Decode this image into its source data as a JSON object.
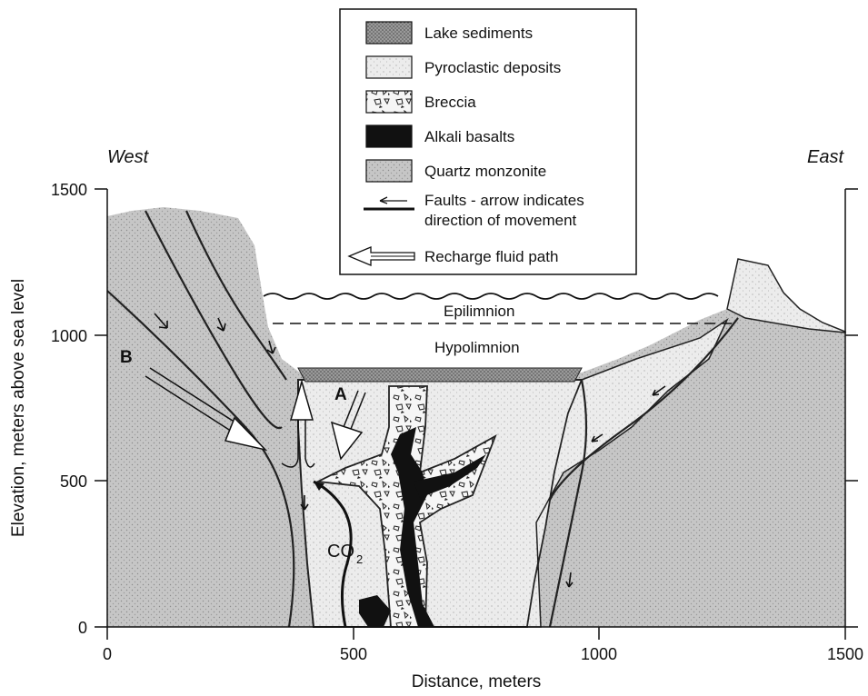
{
  "legend": {
    "lake_sediments": "Lake sediments",
    "pyroclastic": "Pyroclastic deposits",
    "breccia": "Breccia",
    "alkali_basalts": "Alkali basalts",
    "quartz_monzonite": "Quartz monzonite",
    "faults_line1": "Faults - arrow indicates",
    "faults_line2": "direction of movement",
    "recharge": "Recharge fluid path"
  },
  "labels": {
    "west": "West",
    "east": "East",
    "epilimnion": "Epilimnion",
    "hypolimnion": "Hypolimnion",
    "path_a": "A",
    "path_b": "B",
    "co2_main": "CO",
    "co2_sub": "2"
  },
  "axes": {
    "x_title": "Distance, meters",
    "y_title": "Elevation, meters above sea level",
    "x_ticks": [
      "0",
      "500",
      "1000",
      "1500"
    ],
    "y_ticks": [
      "1500",
      "1000",
      "500",
      "0"
    ],
    "x_range": [
      0,
      1500
    ],
    "y_range": [
      0,
      1500
    ]
  },
  "colors": {
    "quartz_monzonite": "#c4c4c4",
    "pyroclastic": "#e9e9e9",
    "lake_sediments": "#8a8a8a",
    "basalt": "#111111",
    "breccia": "#f4f4f4"
  }
}
